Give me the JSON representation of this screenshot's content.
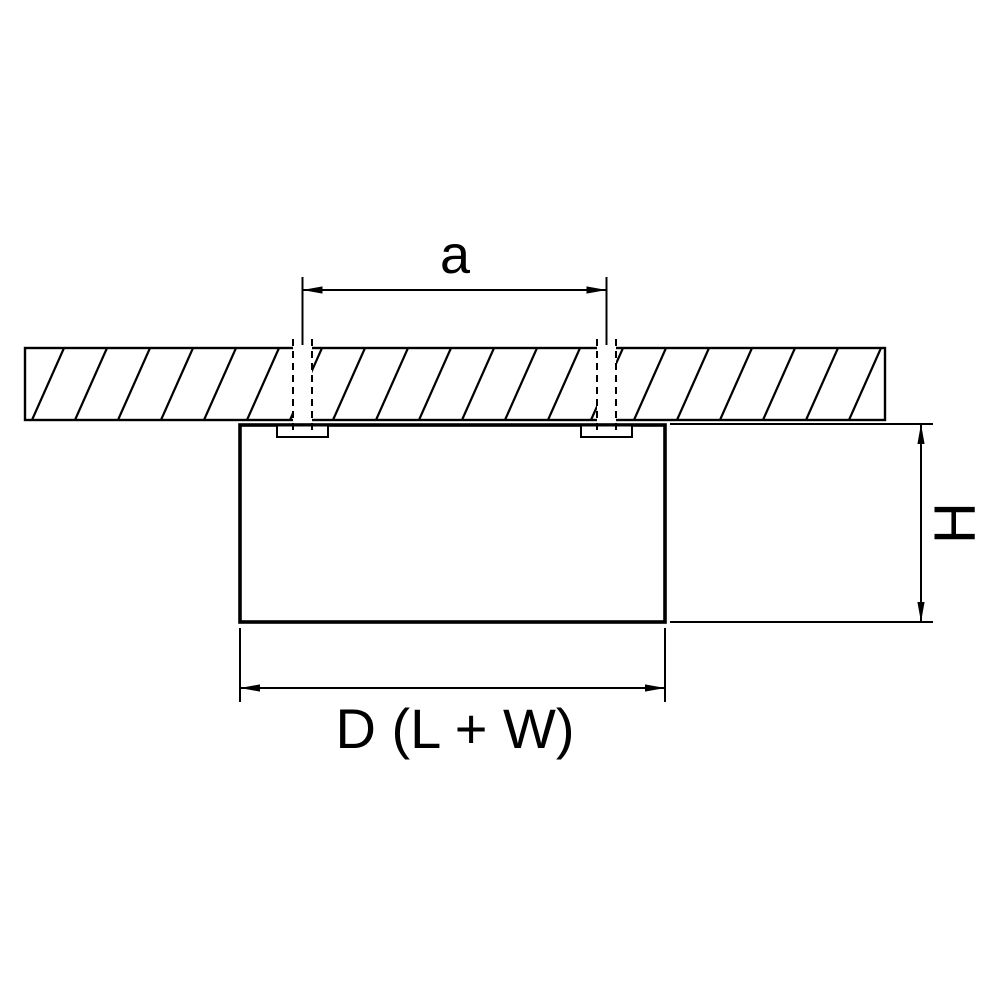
{
  "diagram": {
    "labels": {
      "hole_spacing": "a",
      "height": "H",
      "width_overall": "D (L + W)"
    },
    "colors": {
      "line": "#000000",
      "background": "#ffffff"
    }
  }
}
